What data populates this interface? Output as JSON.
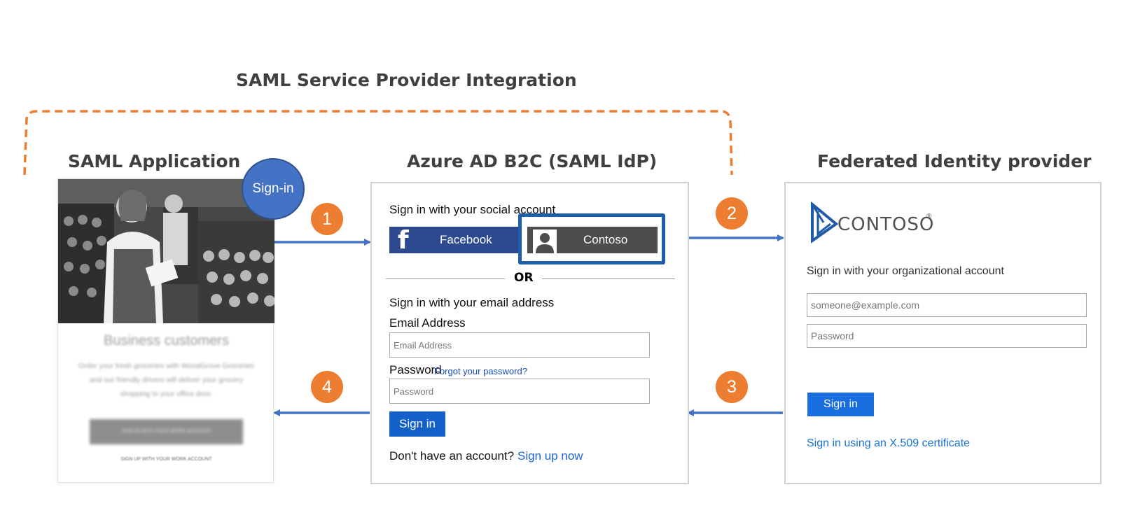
{
  "title": "SAML Service Provider Integration",
  "columns": {
    "app": "SAML Application",
    "azure": "Azure AD B2C (SAML IdP)",
    "federated": "Federated Identity provider"
  },
  "signin_badge": "Sign-in",
  "steps": [
    "1",
    "2",
    "3",
    "4"
  ],
  "saml_app": {
    "heading": "Business customers",
    "body": "Order your fresh groceries with WoodGrove Groceries and our friendly drivers will deliver your grocery shopping to your office door.",
    "primary_button": "SIGN IN WITH YOUR WORK ACCOUNT",
    "secondary_link": "SIGN UP WITH YOUR WORK ACCOUNT"
  },
  "azure": {
    "social_heading": "Sign in with your social account",
    "facebook": "Facebook",
    "contoso": "Contoso",
    "or": "OR",
    "email_heading": "Sign in with your email address",
    "email_label": "Email Address",
    "email_placeholder": "Email Address",
    "password_label": "Password",
    "forgot": "Forgot your password?",
    "password_placeholder": "Password",
    "signin": "Sign in",
    "no_account": "Don't have an account?",
    "signup": "Sign up now"
  },
  "federated": {
    "logo": "CONTOSO",
    "prompt": "Sign in with your organizational account",
    "email_placeholder": "someone@example.com",
    "password_placeholder": "Password",
    "signin": "Sign in",
    "cert_link": "Sign in using an X.509 certificate"
  },
  "colors": {
    "accent_orange": "#ed7d31",
    "arrow_blue": "#4472c4",
    "button_blue": "#1360c8",
    "facebook_blue": "#2d4a8f"
  }
}
